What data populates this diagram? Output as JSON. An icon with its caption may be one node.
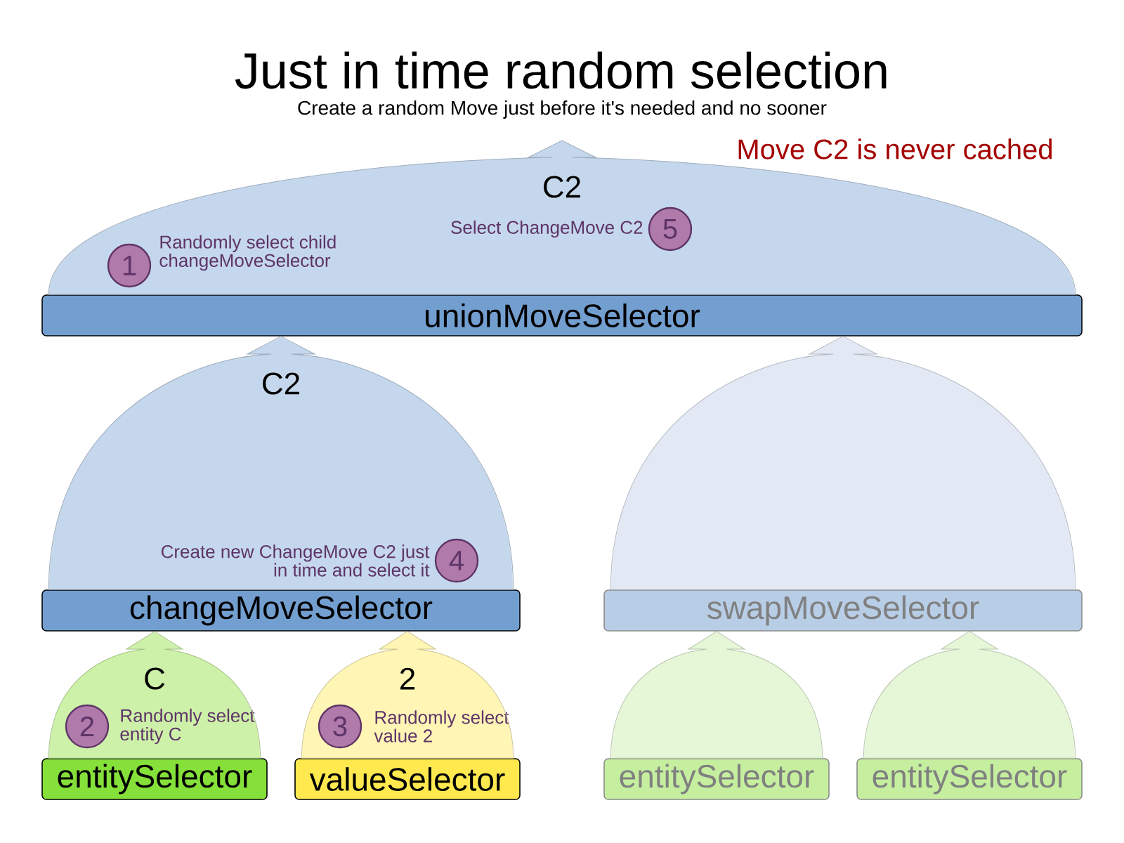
{
  "diagram": {
    "title": "Just in time random selection",
    "nodes": [
      {
        "text": [
          "unionMoveSelector"
        ]
      },
      {
        "text": [
          "changeMoveSelector"
        ]
      },
      {
        "text": [
          "swapMoveSelector"
        ]
      },
      {
        "text": [
          "entitySelector"
        ]
      },
      {
        "text": [
          "valueSelector"
        ]
      },
      {
        "text": [
          "entitySelector"
        ]
      },
      {
        "text": [
          "entitySelector"
        ]
      },
      {
        "text": [
          "1"
        ],
        "beside": [
          "Randomly select child changeMoveSelector"
        ]
      },
      {
        "text": [
          "5"
        ],
        "beside": [
          "Select ChangeMove C2"
        ]
      },
      {
        "text": [
          "4"
        ],
        "beside": [
          "Create new ChangeMove C2 just in time and select it"
        ]
      },
      {
        "text": [
          "2"
        ],
        "beside": [
          "Randomly select entity C"
        ]
      },
      {
        "text": [
          "3"
        ],
        "beside": [
          "Randomly select value 2"
        ]
      }
    ],
    "edges": [
      {
        "from": 0,
        "to": null,
        "arrow": "to",
        "label": "C2",
        "color": "#c5d7ec"
      },
      {
        "from": 1,
        "to": 0,
        "arrow": "to",
        "label": "C2",
        "color": "#c5d7ec"
      },
      {
        "from": 2,
        "to": 0,
        "arrow": "to",
        "color": "#e2e9f4"
      },
      {
        "from": 3,
        "to": 1,
        "arrow": "to",
        "label": "C",
        "color": "#cdf1a8"
      },
      {
        "from": 4,
        "to": 1,
        "arrow": "to",
        "label": "2",
        "color": "#fff5b5"
      },
      {
        "from": 5,
        "to": 2,
        "arrow": "to",
        "color": "#e6f7d8"
      },
      {
        "from": 6,
        "to": 2,
        "arrow": "to",
        "color": "#e6f7d8"
      }
    ],
    "labels": [
      "Create a random Move just before it's needed and no sooner",
      "Move C2 is never cached"
    ]
  }
}
